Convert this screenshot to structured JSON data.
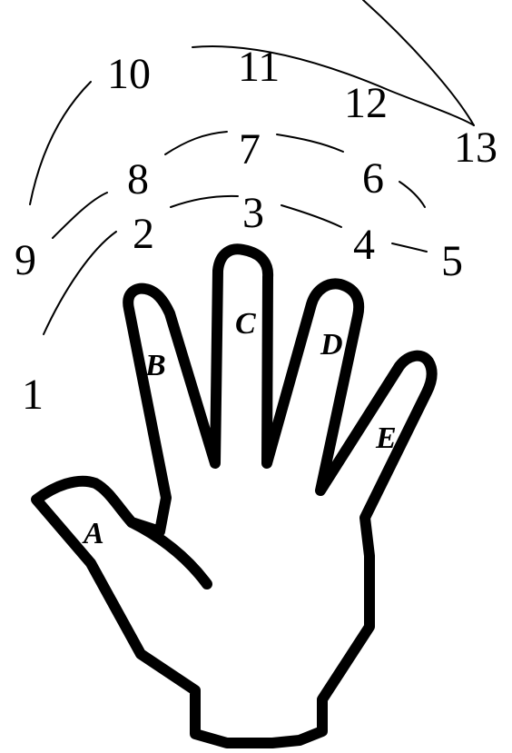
{
  "numbers": [
    "1",
    "2",
    "3",
    "4",
    "5",
    "6",
    "7",
    "8",
    "9",
    "10",
    "11",
    "12",
    "13"
  ],
  "finger_labels": [
    "A",
    "B",
    "C",
    "D",
    "E"
  ]
}
